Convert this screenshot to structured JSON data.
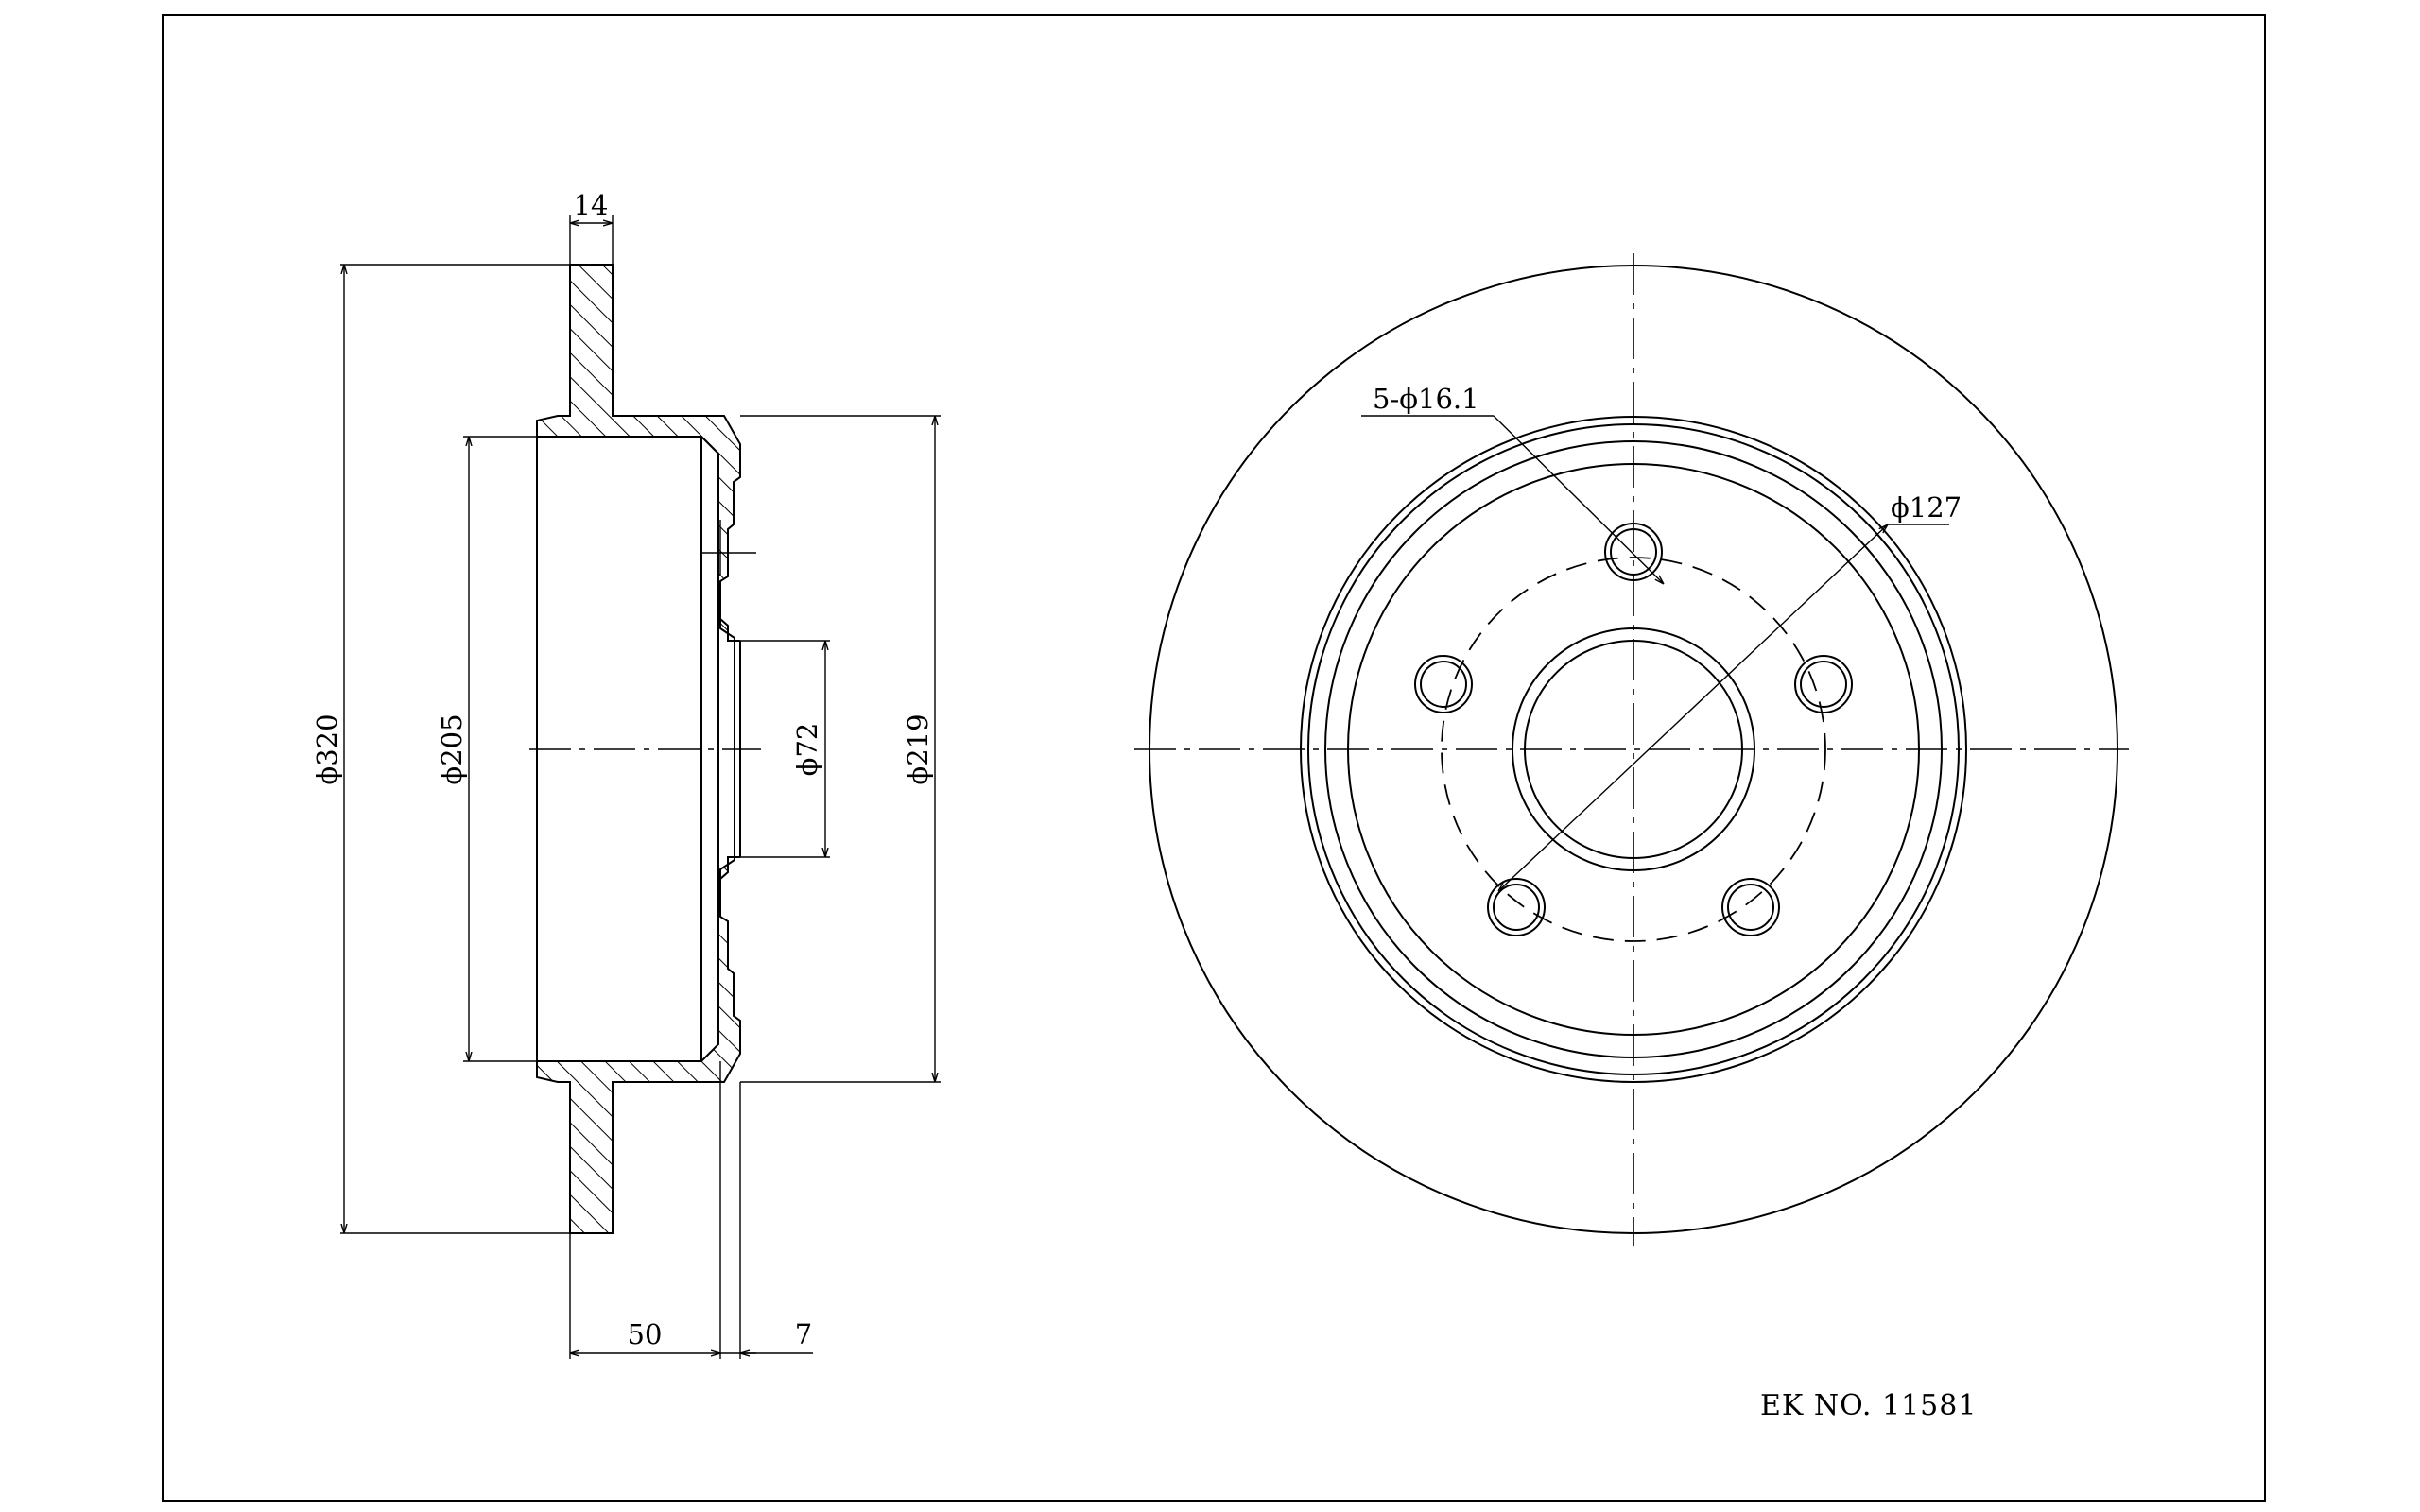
{
  "side_view": {
    "dims": {
      "thickness": "14",
      "outer_diameter": "ϕ320",
      "inner_diameter": "ϕ205",
      "center_bore": "ϕ72",
      "hat_diameter": "ϕ219",
      "height": "50",
      "hat_thickness": "7"
    }
  },
  "front_view": {
    "bolt_holes": "5-ϕ16.1",
    "bolt_circle": "ϕ127"
  },
  "part_number": "EK NO.  11581"
}
